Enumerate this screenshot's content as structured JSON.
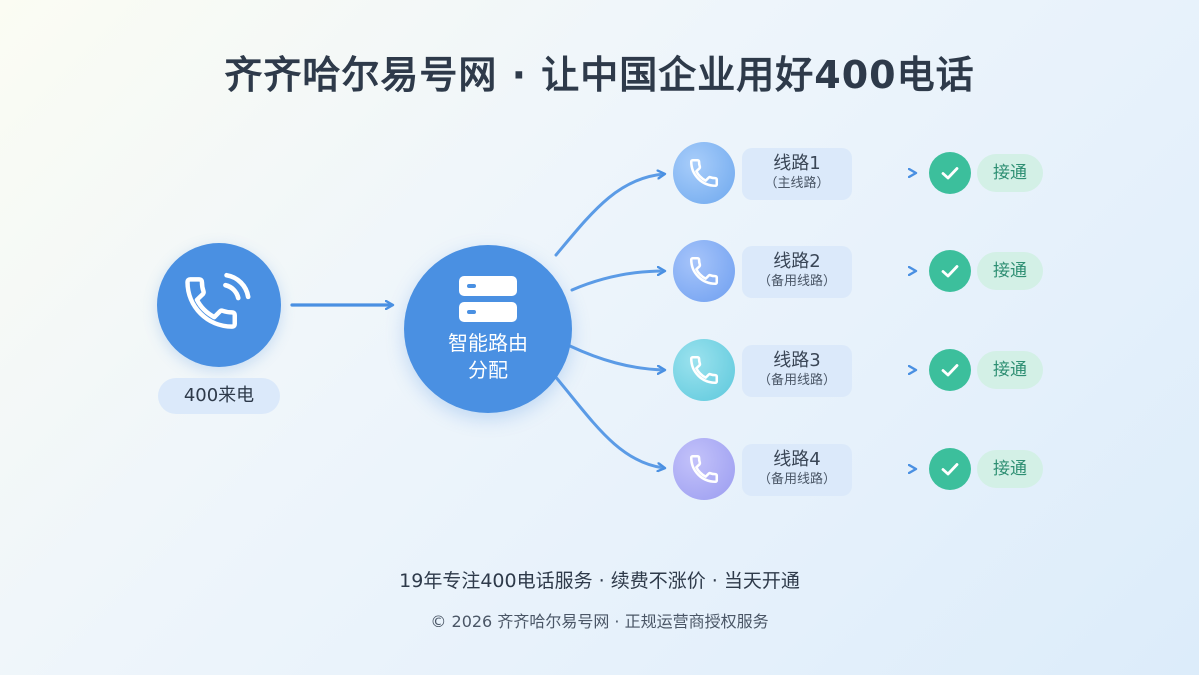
{
  "title": "齐齐哈尔易号网 · 让中国企业用好400电话",
  "caller": {
    "icon": "phone-ringing-icon",
    "label": "400来电"
  },
  "router": {
    "icon": "server-icon",
    "label_line1": "智能路由",
    "label_line2": "分配"
  },
  "lines": [
    {
      "name": "线路1",
      "sub": "（主线路）",
      "status": "接通",
      "color": "#6ea8ee"
    },
    {
      "name": "线路2",
      "sub": "（备用线路）",
      "status": "接通",
      "color": "#6e9ff0"
    },
    {
      "name": "线路3",
      "sub": "（备用线路）",
      "status": "接通",
      "color": "#5cc8dc"
    },
    {
      "name": "线路4",
      "sub": "（备用线路）",
      "status": "接通",
      "color": "#9a9cf0"
    }
  ],
  "colors": {
    "primary": "#4a90e2",
    "success": "#3cbf9c",
    "title_text": "#2e3a4a"
  },
  "footer": {
    "main": "19年专注400电话服务 · 续费不涨价 · 当天开通",
    "copyright": "© 2026 齐齐哈尔易号网 · 正规运营商授权服务"
  }
}
